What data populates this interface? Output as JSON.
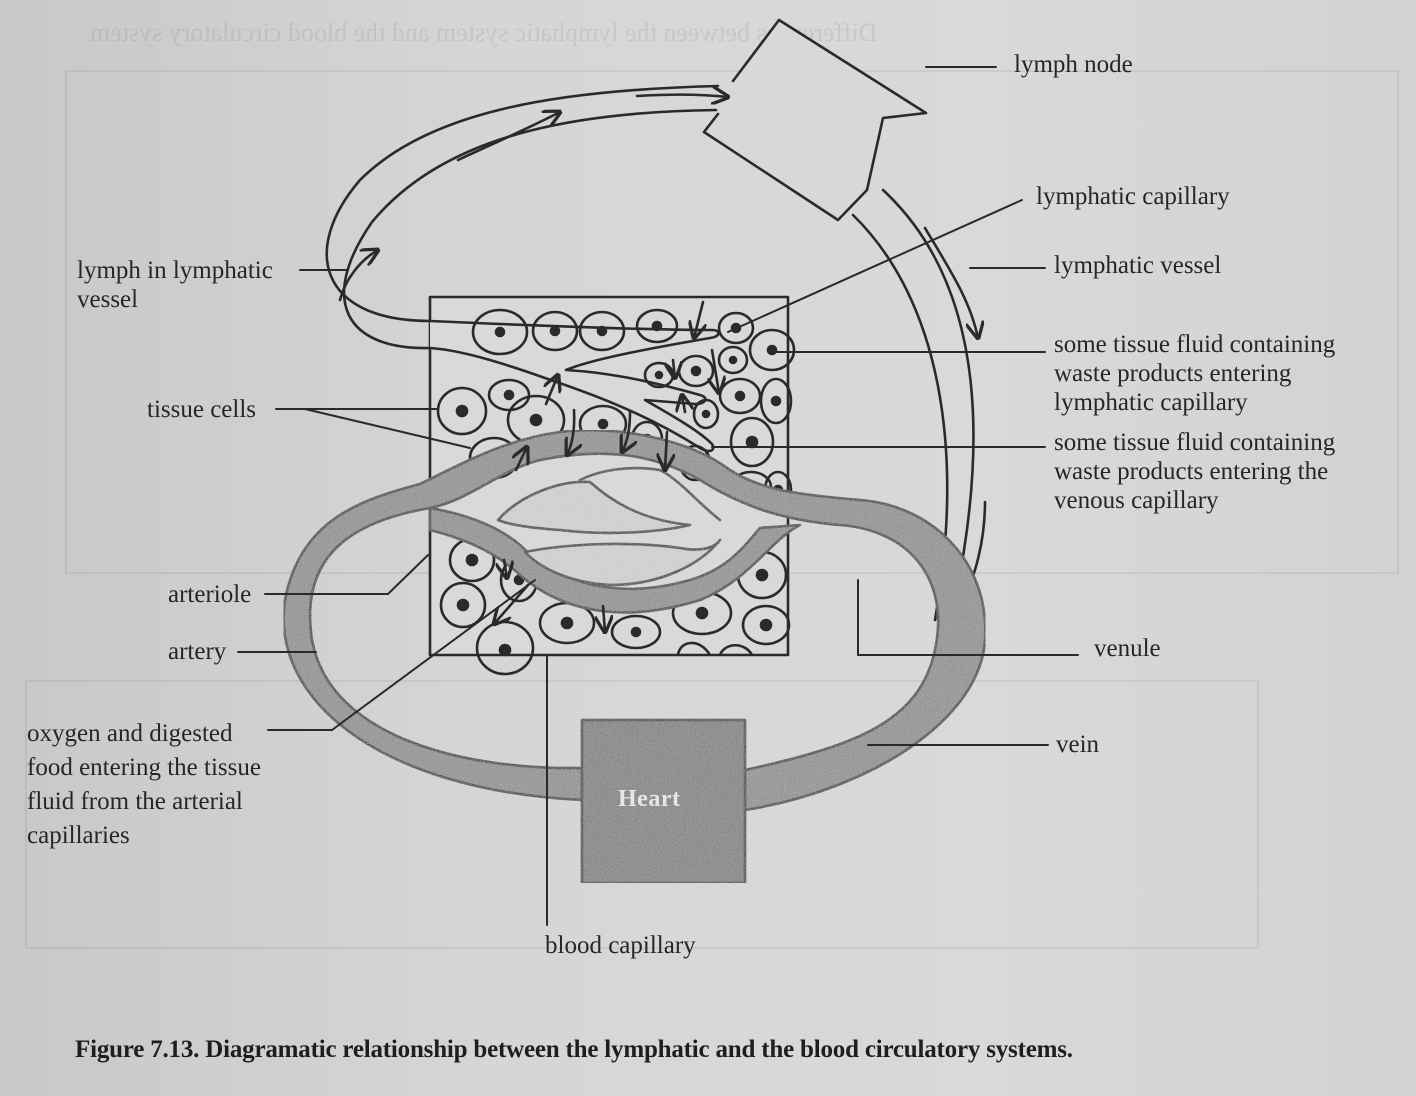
{
  "figure": {
    "caption": "Figure 7.13. Diagramatic relationship between the lymphatic and the blood circulatory systems.",
    "heart_label": "Heart"
  },
  "labels": {
    "lymph_node": "lymph node",
    "lymphatic_capillary": "lymphatic capillary",
    "lymphatic_vessel": "lymphatic vessel",
    "fluid_to_lymphatic": [
      "some tissue fluid containing",
      "waste products entering",
      "lymphatic capillary"
    ],
    "fluid_to_venous": [
      "some tissue fluid containing",
      "waste products entering the",
      "venous capillary"
    ],
    "venule": "venule",
    "vein": "vein",
    "lymph_in_vessel": [
      "lymph in lymphatic",
      "vessel"
    ],
    "tissue_cells": "tissue cells",
    "arteriole": "arteriole",
    "artery": "artery",
    "oxygen_food": [
      "oxygen and digested",
      "food entering the tissue",
      "fluid from the arterial",
      "capillaries"
    ],
    "blood_capillary": "blood capillary"
  },
  "colors": {
    "ink": "#2a2a2a",
    "vessel_fill": "#8f8f8d",
    "heart_fill": "#7d7d7b",
    "paper": "#d4d4d2"
  }
}
